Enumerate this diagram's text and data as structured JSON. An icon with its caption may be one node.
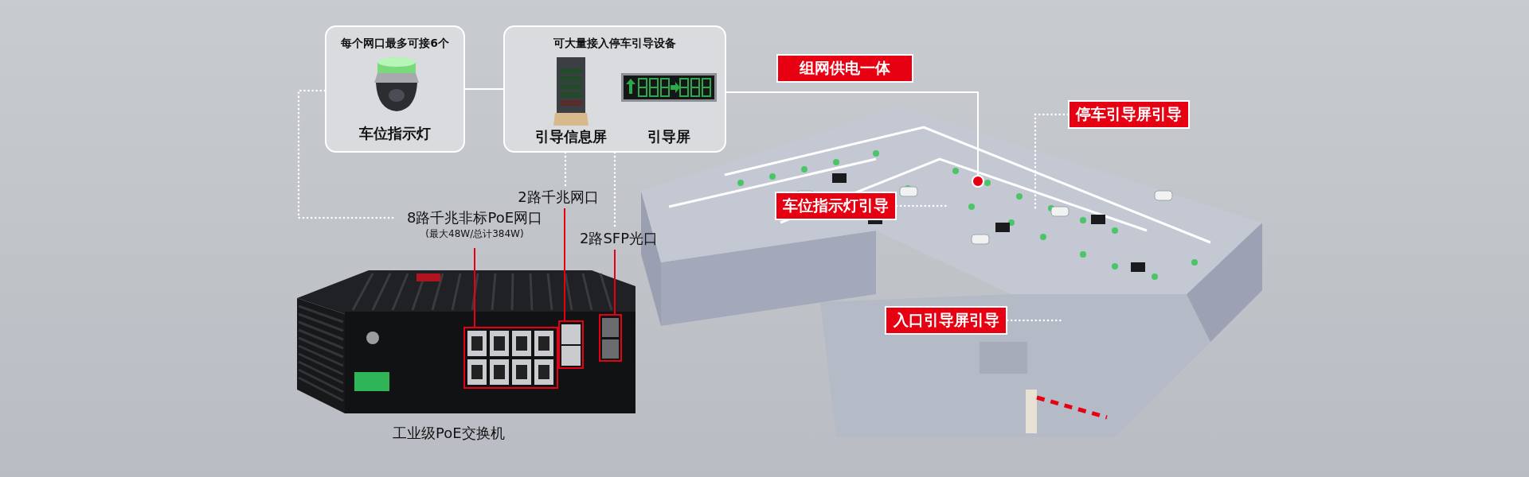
{
  "diagram": {
    "nodes": [
      {
        "text": [
          "每个网口最多可接6个",
          "车位指示灯"
        ]
      },
      {
        "text": [
          "可大量接入停车引导设备"
        ]
      },
      {
        "text": [
          "引导信息屏"
        ],
        "in": 1
      },
      {
        "text": [
          "引导屏"
        ],
        "in": 1
      },
      {
        "text": [
          "8路千兆非标PoE网口",
          "(最大48W/总计384W)"
        ]
      },
      {
        "text": [
          "2路千兆网口"
        ]
      },
      {
        "text": [
          "2路SFP光口"
        ]
      },
      {
        "text": [],
        "shape": "picture",
        "beside": [
          "工业级PoE交换机"
        ]
      },
      {
        "text": [],
        "shape": "picture"
      },
      {
        "text": [
          "组网供电一体"
        ]
      },
      {
        "text": [
          "停车引导屏引导"
        ]
      },
      {
        "text": [
          "车位指示灯引导"
        ],
        "in": 8
      },
      {
        "text": [
          "入口引导屏引导"
        ]
      }
    ],
    "edges": [
      {
        "from": 0,
        "to": 1,
        "arrow": "none"
      },
      {
        "from": 1,
        "to": 8,
        "arrow": "other"
      },
      {
        "from": 0,
        "to": 4,
        "arrow": "none",
        "style": "dashed"
      },
      {
        "from": 1,
        "to": 5,
        "arrow": "none",
        "style": "dashed"
      },
      {
        "from": 1,
        "to": 6,
        "arrow": "none",
        "style": "dashed"
      },
      {
        "from": 4,
        "to": 7,
        "arrow": "none",
        "color": "#e60012"
      },
      {
        "from": 5,
        "to": 7,
        "arrow": "none",
        "color": "#e60012"
      },
      {
        "from": 6,
        "to": 7,
        "arrow": "none",
        "color": "#e60012"
      },
      {
        "from": 10,
        "to": 8,
        "arrow": "none",
        "style": "dashed"
      },
      {
        "from": 11,
        "to": 8,
        "arrow": "none",
        "style": "dashed"
      },
      {
        "from": 12,
        "to": 8,
        "arrow": "none",
        "style": "dashed"
      }
    ]
  }
}
